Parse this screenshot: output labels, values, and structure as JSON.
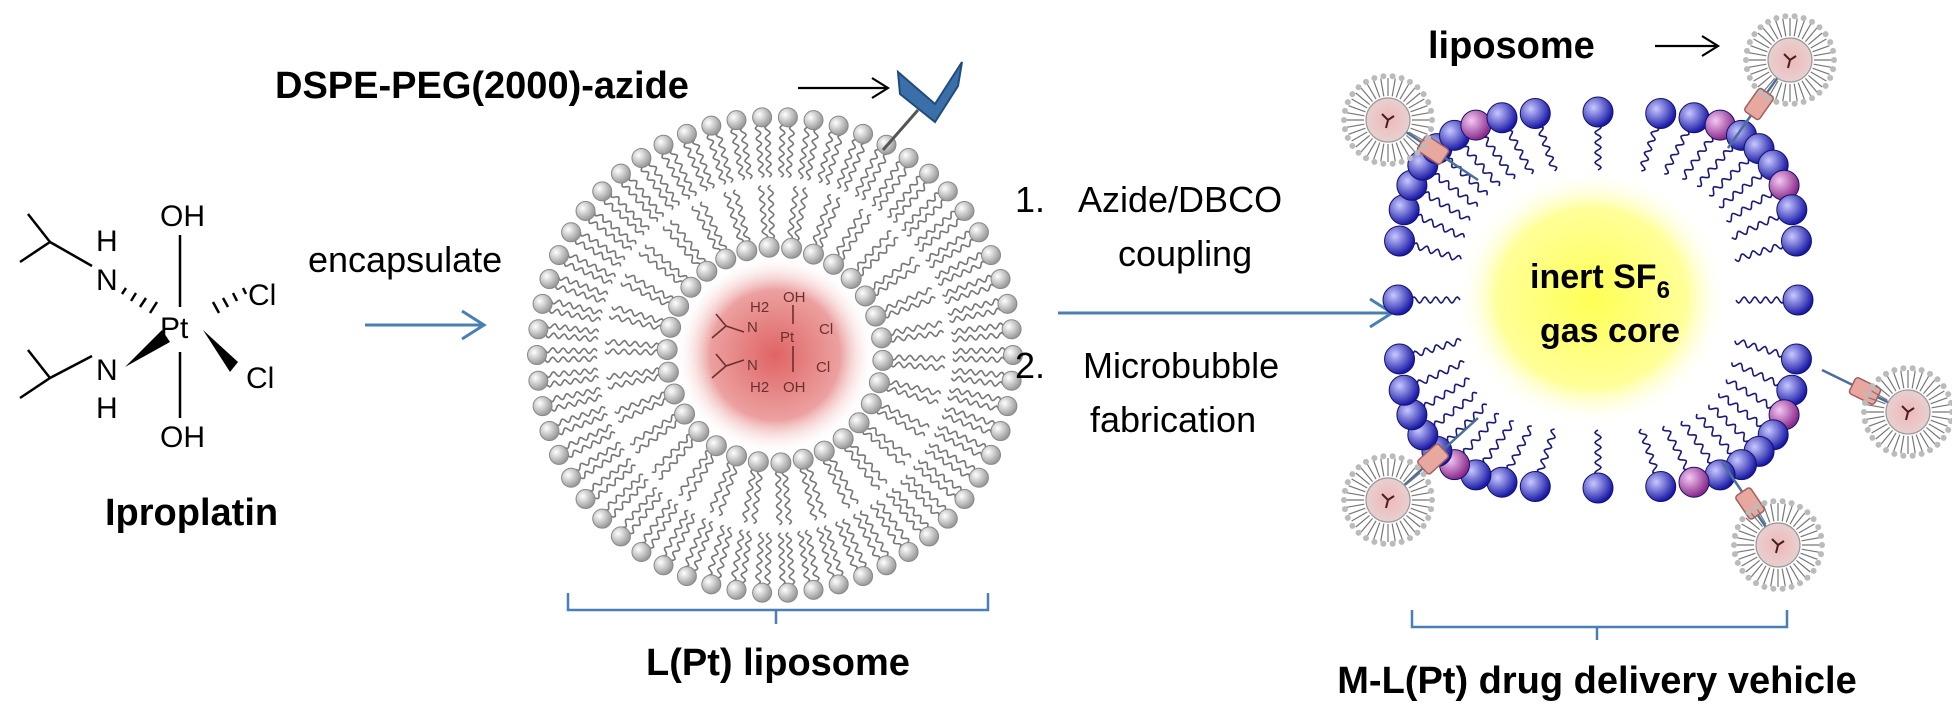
{
  "molecule": {
    "name": "Iproplatin",
    "atoms": {
      "pt": "Pt",
      "n": "N",
      "h": "H",
      "oh": "OH",
      "cl": "Cl"
    }
  },
  "step_encapsulate": {
    "label": "encapsulate"
  },
  "liposome": {
    "azide_label": "DSPE-PEG(2000)-azide",
    "caption": "L(Pt) liposome",
    "core_atoms": {
      "pt": "Pt",
      "n": "N",
      "h2": "H2",
      "oh": "OH",
      "cl": "Cl"
    }
  },
  "steps": [
    {
      "num": "1.",
      "line1": "Azide/DBCO",
      "line2": "coupling"
    },
    {
      "num": "2.",
      "line1": "Microbubble",
      "line2": "fabrication"
    }
  ],
  "microbubble": {
    "liposome_label": "liposome",
    "core_line1": "inert SF",
    "core_sub": "6",
    "core_line2": "gas core",
    "caption": "M-L(Pt) drug delivery vehicle"
  },
  "colors": {
    "arrow": "#4a7fb5",
    "bracket": "#4a7fb5",
    "lipid_head": "#c8c8c8",
    "lipid_tail": "#7a7a7a",
    "liposome_core": "#e07a7a",
    "bubble_shell": "#2a2ab8",
    "bubble_core": "#ffff66",
    "dbco_pink": "#9a3a9a",
    "linker": "#e8a8a0",
    "azide_blue": "#3a6fa8"
  }
}
